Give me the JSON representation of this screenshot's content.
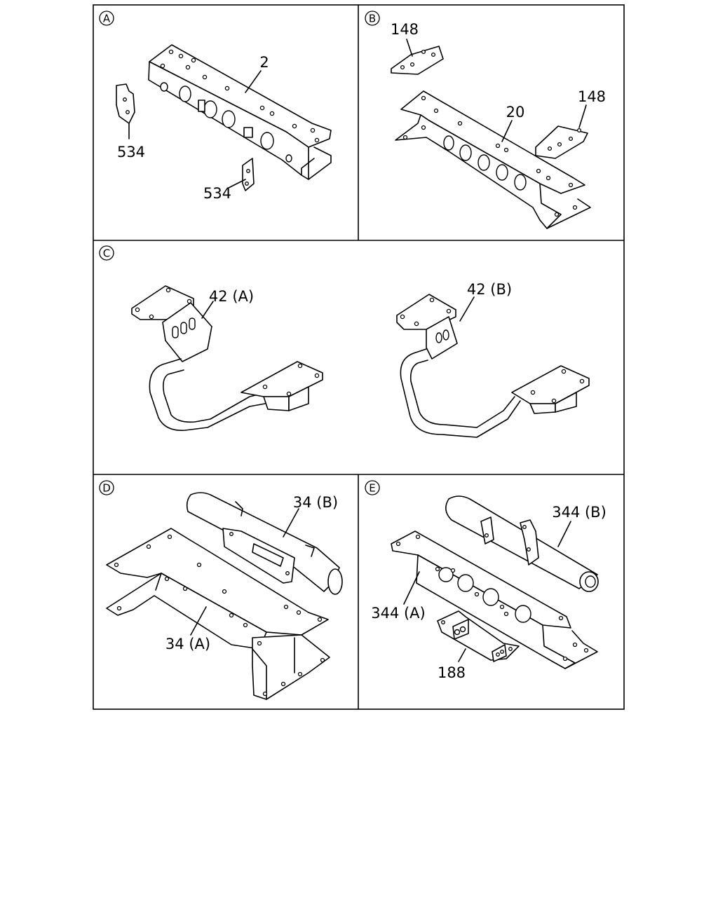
{
  "panels": {
    "A": {
      "letter": "A",
      "callouts": {
        "c1": "2",
        "c2": "534",
        "c3": "534"
      }
    },
    "B": {
      "letter": "B",
      "callouts": {
        "c1": "148",
        "c2": "148",
        "c3": "20"
      }
    },
    "C": {
      "letter": "C",
      "callouts": {
        "c1": "42 (A)",
        "c2": "42 (B)"
      }
    },
    "D": {
      "letter": "D",
      "callouts": {
        "c1": "34 (B)",
        "c2": "34 (A)"
      }
    },
    "E": {
      "letter": "E",
      "callouts": {
        "c1": "344 (B)",
        "c2": "344 (A)",
        "c3": "188"
      }
    }
  }
}
